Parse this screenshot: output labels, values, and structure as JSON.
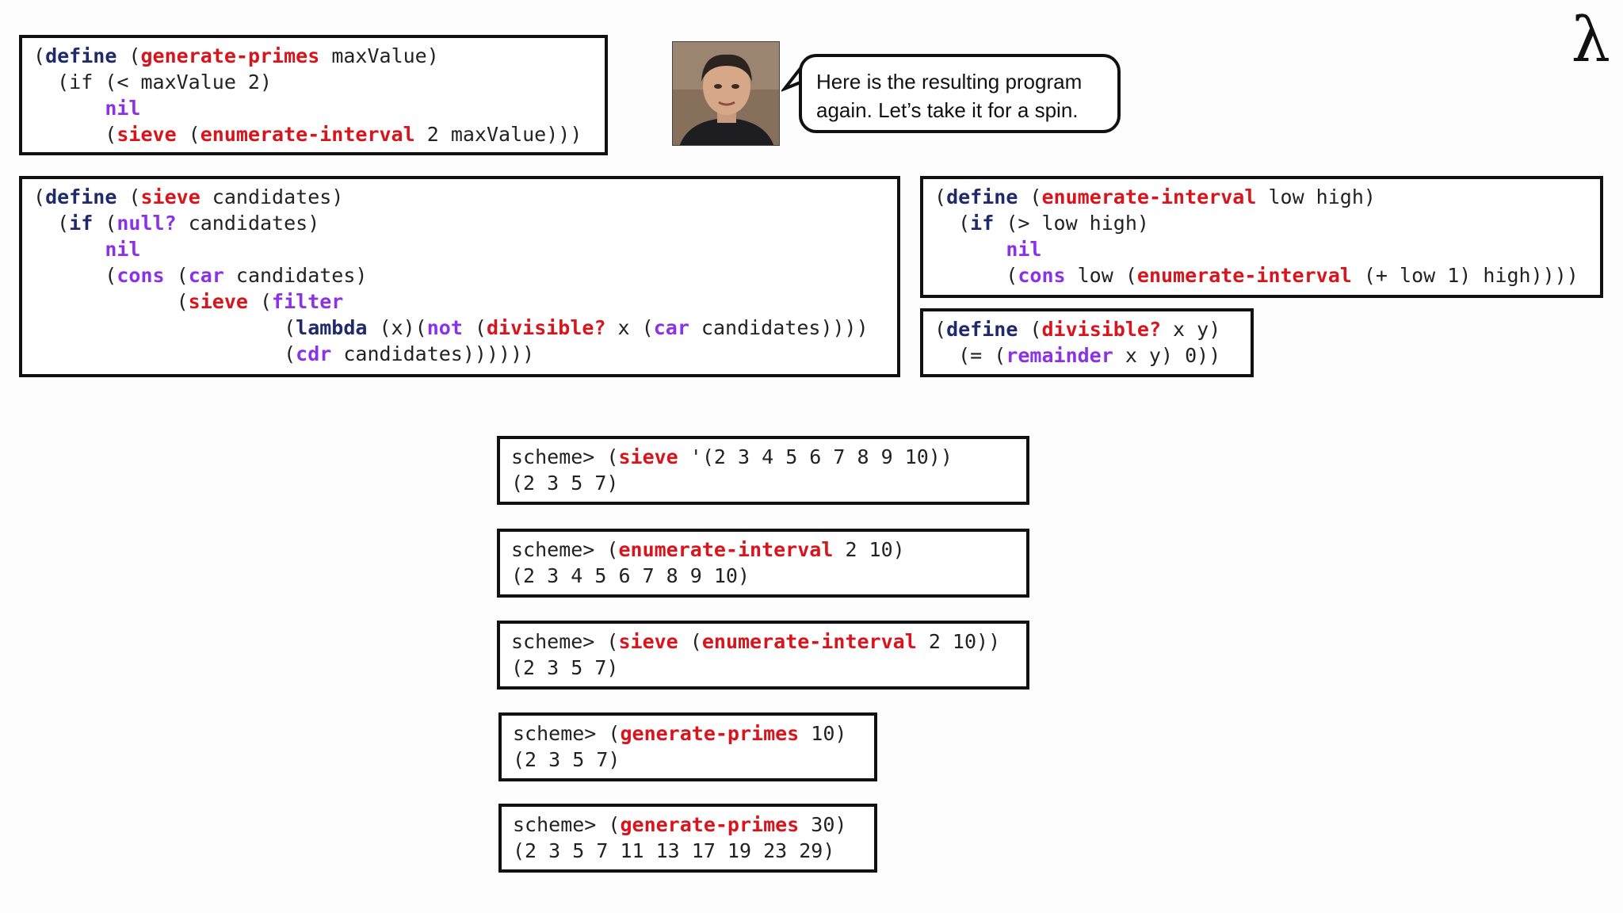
{
  "logo": {
    "symbol": "λ"
  },
  "presenter": {
    "speech": "Here is the resulting program again. Let’s take it for a spin."
  },
  "code": {
    "generate_primes": [
      [
        [
          "(",
          ""
        ],
        [
          "define",
          "k"
        ],
        [
          " (",
          ""
        ],
        [
          "generate-primes",
          "f"
        ],
        [
          " maxValue)",
          ""
        ]
      ],
      [
        [
          "  (if (< maxValue 2)",
          ""
        ]
      ],
      [
        [
          "      ",
          ""
        ],
        [
          "nil",
          "p"
        ]
      ],
      [
        [
          "      (",
          ""
        ],
        [
          "sieve",
          "f"
        ],
        [
          " (",
          ""
        ],
        [
          "enumerate-interval",
          "f"
        ],
        [
          " 2 maxValue)))",
          ""
        ]
      ]
    ],
    "sieve": [
      [
        [
          "(",
          ""
        ],
        [
          "define",
          "k"
        ],
        [
          " (",
          ""
        ],
        [
          "sieve",
          "f"
        ],
        [
          " candidates)",
          ""
        ]
      ],
      [
        [
          "  (",
          ""
        ],
        [
          "if",
          "k"
        ],
        [
          " (",
          ""
        ],
        [
          "null?",
          "p"
        ],
        [
          " candidates)",
          ""
        ]
      ],
      [
        [
          "      ",
          ""
        ],
        [
          "nil",
          "p"
        ]
      ],
      [
        [
          "      (",
          ""
        ],
        [
          "cons",
          "p"
        ],
        [
          " (",
          ""
        ],
        [
          "car",
          "p"
        ],
        [
          " candidates)",
          ""
        ]
      ],
      [
        [
          "            (",
          ""
        ],
        [
          "sieve",
          "f"
        ],
        [
          " (",
          ""
        ],
        [
          "filter",
          "p"
        ]
      ],
      [
        [
          "                     (",
          ""
        ],
        [
          "lambda",
          "k"
        ],
        [
          " (x)(",
          ""
        ],
        [
          "not",
          "p"
        ],
        [
          " (",
          ""
        ],
        [
          "divisible?",
          "f"
        ],
        [
          " x (",
          ""
        ],
        [
          "car",
          "p"
        ],
        [
          " candidates))))",
          ""
        ]
      ],
      [
        [
          "                     (",
          ""
        ],
        [
          "cdr",
          "p"
        ],
        [
          " candidates))))))",
          ""
        ]
      ]
    ],
    "enumerate_interval": [
      [
        [
          "(",
          ""
        ],
        [
          "define",
          "k"
        ],
        [
          " (",
          ""
        ],
        [
          "enumerate-interval",
          "f"
        ],
        [
          " low high)",
          ""
        ]
      ],
      [
        [
          "  (",
          ""
        ],
        [
          "if",
          "k"
        ],
        [
          " (> low high)",
          ""
        ]
      ],
      [
        [
          "      ",
          ""
        ],
        [
          "nil",
          "p"
        ]
      ],
      [
        [
          "      (",
          ""
        ],
        [
          "cons",
          "p"
        ],
        [
          " low (",
          ""
        ],
        [
          "enumerate-interval",
          "f"
        ],
        [
          " (+ low 1) high))))",
          ""
        ]
      ]
    ],
    "divisible": [
      [
        [
          "(",
          ""
        ],
        [
          "define",
          "k"
        ],
        [
          " (",
          ""
        ],
        [
          "divisible?",
          "f"
        ],
        [
          " x y)",
          ""
        ]
      ],
      [
        [
          "  (= (",
          ""
        ],
        [
          "remainder",
          "p"
        ],
        [
          " x y) 0))",
          ""
        ]
      ]
    ]
  },
  "repl": [
    [
      [
        [
          "scheme> (",
          ""
        ],
        [
          "sieve",
          "f"
        ],
        [
          " '(2 3 4 5 6 7 8 9 10))",
          ""
        ]
      ],
      [
        [
          "(2 3 5 7)",
          ""
        ]
      ]
    ],
    [
      [
        [
          "scheme> (",
          ""
        ],
        [
          "enumerate-interval",
          "f"
        ],
        [
          " 2 10)",
          ""
        ]
      ],
      [
        [
          "(2 3 4 5 6 7 8 9 10)",
          ""
        ]
      ]
    ],
    [
      [
        [
          "scheme> (",
          ""
        ],
        [
          "sieve",
          "f"
        ],
        [
          " (",
          ""
        ],
        [
          "enumerate-interval",
          "f"
        ],
        [
          " 2 10))",
          ""
        ]
      ],
      [
        [
          "(2 3 5 7)",
          ""
        ]
      ]
    ],
    [
      [
        [
          "scheme> (",
          ""
        ],
        [
          "generate-primes",
          "f"
        ],
        [
          " 10)",
          ""
        ]
      ],
      [
        [
          "(2 3 5 7)",
          ""
        ]
      ]
    ],
    [
      [
        [
          "scheme> (",
          ""
        ],
        [
          "generate-primes",
          "f"
        ],
        [
          " 30)",
          ""
        ]
      ],
      [
        [
          "(2 3 5 7 11 13 17 19 23 29)",
          ""
        ]
      ]
    ]
  ]
}
